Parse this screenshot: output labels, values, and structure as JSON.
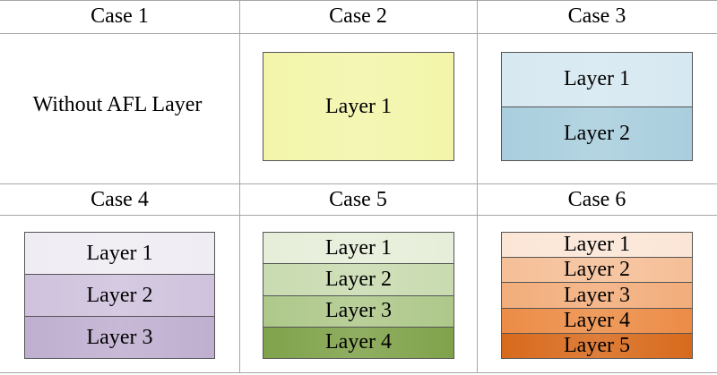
{
  "headers": [
    "Case 1",
    "Case 2",
    "Case 3",
    "Case 4",
    "Case 5",
    "Case 6"
  ],
  "case1_text": "Without AFL Layer",
  "cases": {
    "case2": {
      "layers": [
        "Layer 1"
      ],
      "colors": [
        "#f2f5a9"
      ]
    },
    "case3": {
      "layers": [
        "Layer 1",
        "Layer 2"
      ],
      "colors": [
        "#d6e8f1",
        "#a9cedd"
      ]
    },
    "case4": {
      "layers": [
        "Layer 1",
        "Layer 2",
        "Layer 3"
      ],
      "colors": [
        "#efecf3",
        "#cfc2dd",
        "#bfafd0"
      ]
    },
    "case5": {
      "layers": [
        "Layer 1",
        "Layer 2",
        "Layer 3",
        "Layer 4"
      ],
      "colors": [
        "#e6eed9",
        "#c9dbb0",
        "#aec88a",
        "#7fa24a"
      ]
    },
    "case6": {
      "layers": [
        "Layer 1",
        "Layer 2",
        "Layer 3",
        "Layer 4",
        "Layer 5"
      ],
      "colors": [
        "#fbe6d6",
        "#f5bf97",
        "#f2ad7b",
        "#ec8c46",
        "#d86a1c"
      ]
    }
  }
}
